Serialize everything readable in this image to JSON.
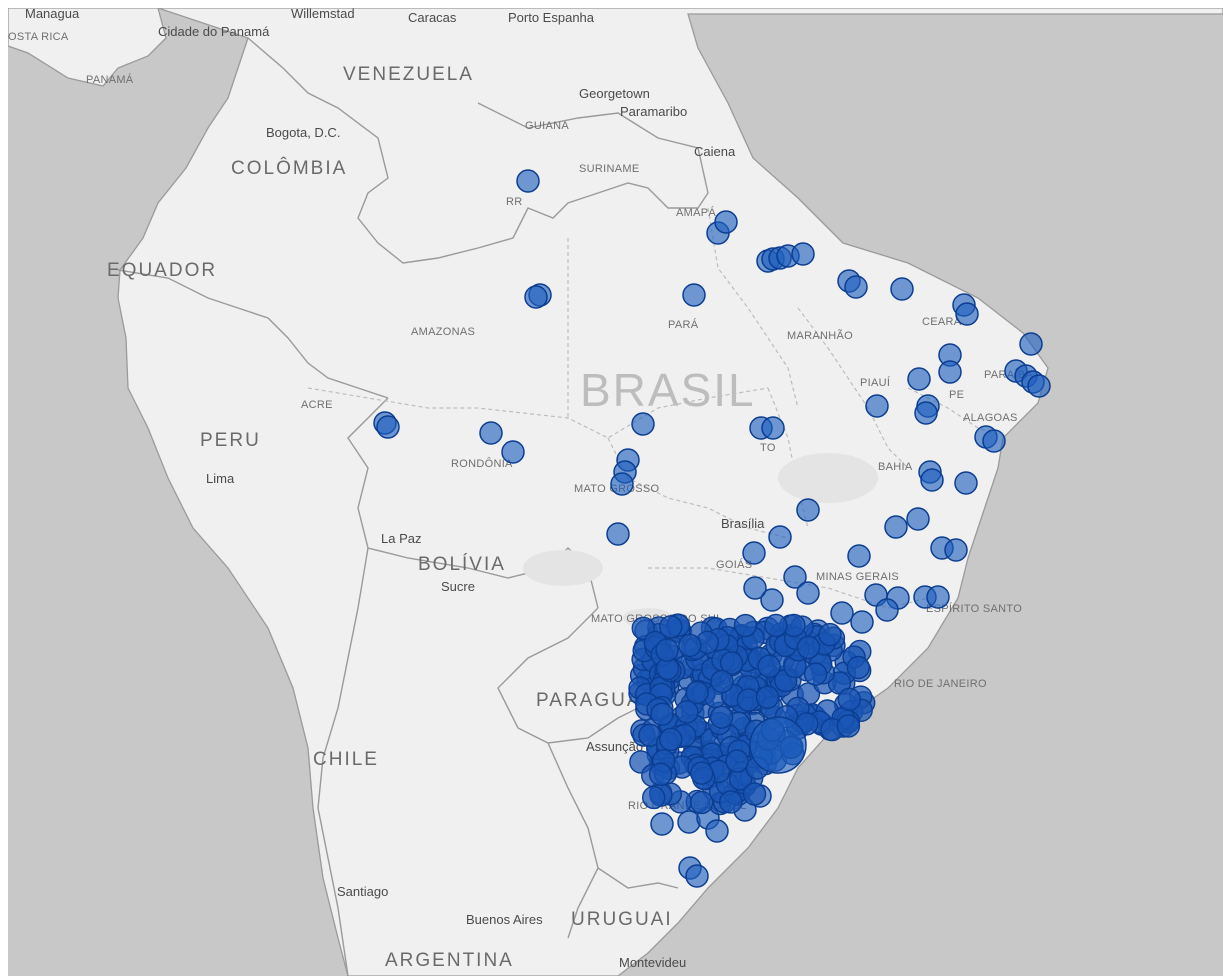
{
  "map": {
    "colors": {
      "ocean": "#c8c8c8",
      "land": "#f0f0f0",
      "border": "#9a9a9a",
      "state_border": "#bdbdbd",
      "marker_fill": "#1f5fbf",
      "marker_stroke": "#0b3d91"
    },
    "labels": {
      "brasil": "BRASIL",
      "venezuela": "VENEZUELA",
      "colombia": "COLÔMBIA",
      "equador": "EQUADOR",
      "peru": "PERU",
      "bolivia": "BOLÍVIA",
      "paraguai": "PARAGUAI",
      "chile": "CHILE",
      "argentina": "ARGENTINA",
      "uruguai": "URUGUAI",
      "guiana": "GUIANA",
      "suriname": "SURINAME",
      "panama": "PANAMÁ",
      "costa_rica": "OSTA RICA",
      "managua": "Managua",
      "cidade_panama": "Cidade do Panamá",
      "willemstad": "Willemstad",
      "caracas": "Caracas",
      "porto_espanha": "Porto Espanha",
      "georgetown": "Georgetown",
      "paramaribo": "Paramaribo",
      "caiena": "Caiena",
      "bogota": "Bogota, D.C.",
      "lima": "Lima",
      "la_paz": "La Paz",
      "sucre": "Sucre",
      "brasilia": "Brasília",
      "assuncao": "Assunção",
      "santiago": "Santiago",
      "buenos_aires": "Buenos Aires",
      "montevideu": "Montevideu",
      "rr": "RR",
      "amapa": "AMAPÁ",
      "amazonas": "AMAZONAS",
      "para": "PARÁ",
      "maranhao": "MARANHÃO",
      "ceara": "CEARÁ",
      "piaui": "PIAUÍ",
      "paraiba": "PARAÍBA",
      "pe": "PE",
      "alagoas": "ALAGOAS",
      "acre": "ACRE",
      "rondonia": "RONDÔNIA",
      "mato_grosso": "MATO GROSSO",
      "to": "TO",
      "bahia": "BAHIA",
      "goias": "GOIÁS",
      "minas_gerais": "MINAS GERAIS",
      "mato_grosso_sul": "MATO GROSSO DO SUL",
      "espirito_santo": "ESPÍRITO SANTO",
      "rio_janeiro": "RIO DE JANEIRO",
      "rio_grande": "RIO GRANDE DO SUL"
    }
  }
}
